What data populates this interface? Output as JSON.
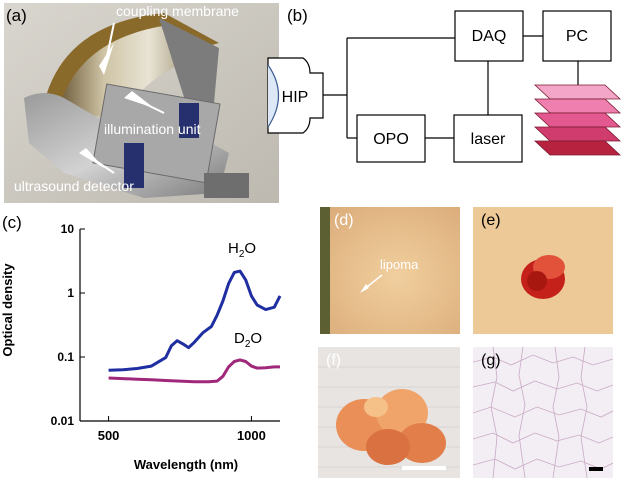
{
  "panels": {
    "a": {
      "label": "(a)",
      "coupling_membrane": "coupling membrane",
      "illumination_unit": "illumination unit",
      "ultrasound_detector": "ultrasound detector"
    },
    "b": {
      "label": "(b)",
      "hip": "HIP",
      "opo": "OPO",
      "laser": "laser",
      "daq": "DAQ",
      "pc": "PC",
      "colors": {
        "stack": [
          "#f4a6c8",
          "#ee7fae",
          "#e3588f",
          "#d13c6e",
          "#b7233f"
        ]
      }
    },
    "c": {
      "label": "(c)"
    },
    "d": {
      "label": "(d)",
      "annotation": "lipoma"
    },
    "e": {
      "label": "(e)"
    },
    "f": {
      "label": "(f)"
    },
    "g": {
      "label": "(g)"
    }
  },
  "chart_data": {
    "type": "line",
    "ylabel": "Optical density",
    "xlabel": "Wavelength (nm)",
    "xlim": [
      400,
      1100
    ],
    "ylim": [
      0.01,
      10
    ],
    "yscale": "log",
    "xticks": [
      "500",
      "1000"
    ],
    "xtick_values": [
      500,
      1000
    ],
    "yticks": [
      "10",
      "1",
      "0.1",
      "0.01"
    ],
    "ytick_values": [
      10,
      1,
      0.1,
      0.01
    ],
    "series": [
      {
        "name": "H2O",
        "label_main": "H",
        "label_sub": "2",
        "label_tail": "O",
        "color": "#1f2ea0",
        "x": [
          500,
          550,
          600,
          650,
          700,
          720,
          740,
          760,
          780,
          800,
          830,
          860,
          880,
          900,
          920,
          940,
          960,
          980,
          1000,
          1020,
          1050,
          1080,
          1100
        ],
        "y": [
          0.062,
          0.063,
          0.066,
          0.072,
          0.098,
          0.15,
          0.18,
          0.16,
          0.14,
          0.17,
          0.24,
          0.3,
          0.45,
          0.75,
          1.4,
          2.1,
          2.2,
          1.6,
          0.9,
          0.65,
          0.55,
          0.6,
          0.9
        ]
      },
      {
        "name": "D2O",
        "label_main": "D",
        "label_sub": "2",
        "label_tail": "O",
        "color": "#a0287a",
        "x": [
          500,
          550,
          600,
          650,
          700,
          750,
          800,
          850,
          880,
          900,
          920,
          940,
          960,
          980,
          1000,
          1020,
          1050,
          1080,
          1100
        ],
        "y": [
          0.047,
          0.046,
          0.045,
          0.044,
          0.043,
          0.042,
          0.041,
          0.041,
          0.042,
          0.05,
          0.07,
          0.085,
          0.09,
          0.085,
          0.072,
          0.067,
          0.068,
          0.07,
          0.07
        ]
      }
    ]
  }
}
